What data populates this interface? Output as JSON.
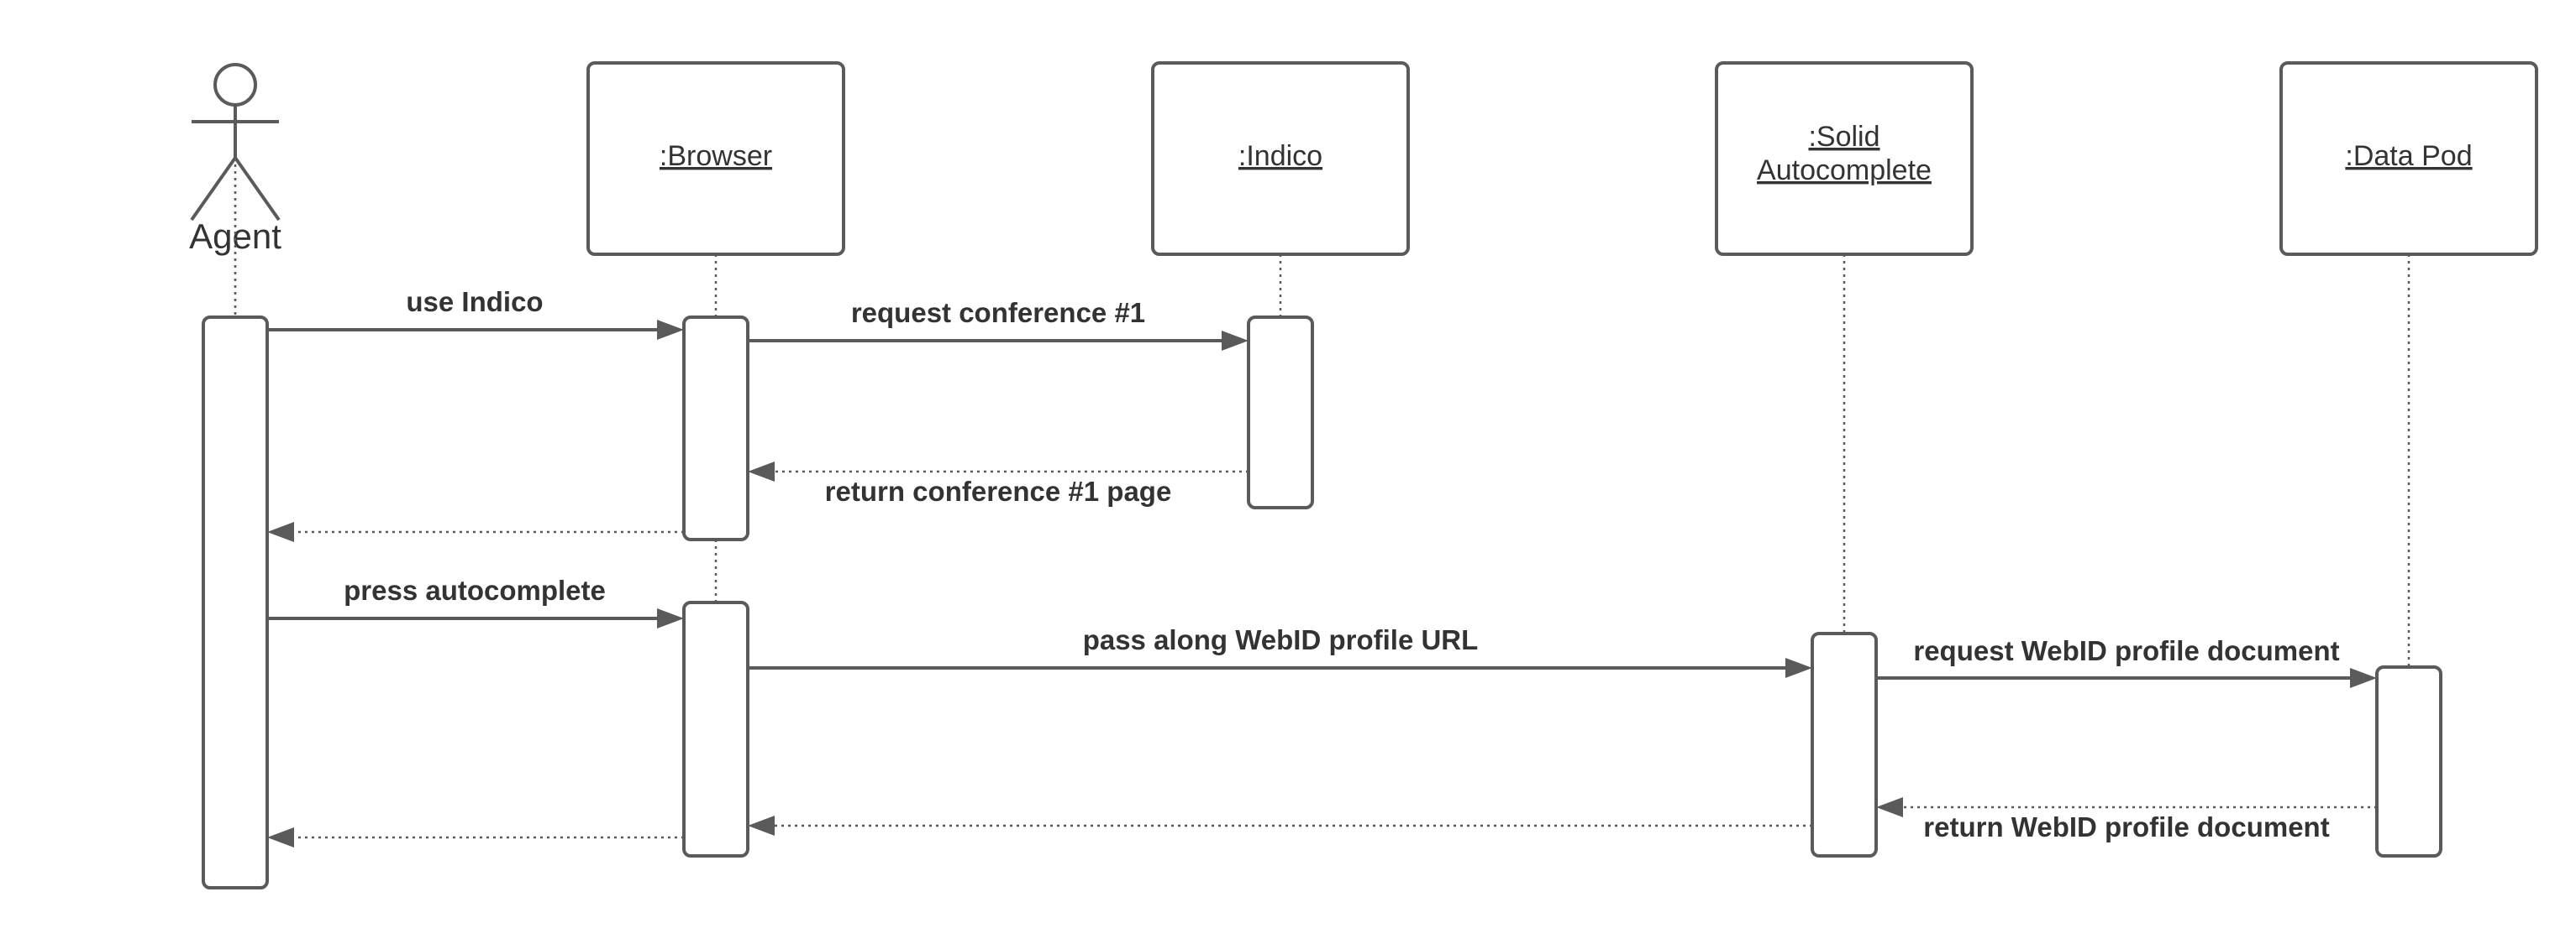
{
  "actor": {
    "name": "Agent"
  },
  "participants": [
    {
      "id": "browser",
      "lines": [
        ":Browser"
      ]
    },
    {
      "id": "indico",
      "lines": [
        ":Indico"
      ]
    },
    {
      "id": "solid",
      "lines": [
        ":Solid",
        "Autocomplete"
      ]
    },
    {
      "id": "pod",
      "lines": [
        ":Data Pod"
      ]
    }
  ],
  "messages": [
    {
      "id": "use-indico",
      "from": "agent",
      "to": "browser",
      "kind": "call",
      "label": "use Indico"
    },
    {
      "id": "request-conference",
      "from": "browser",
      "to": "indico",
      "kind": "call",
      "label": "request conference #1"
    },
    {
      "id": "return-conference-page",
      "from": "indico",
      "to": "browser",
      "kind": "return",
      "label": "return conference #1 page"
    },
    {
      "id": "return-to-agent-1",
      "from": "browser",
      "to": "agent",
      "kind": "return",
      "label": ""
    },
    {
      "id": "press-autocomplete",
      "from": "agent",
      "to": "browser",
      "kind": "call",
      "label": "press autocomplete"
    },
    {
      "id": "pass-webid-url",
      "from": "browser",
      "to": "solid",
      "kind": "call",
      "label": "pass along WebID profile URL"
    },
    {
      "id": "request-webid-doc",
      "from": "solid",
      "to": "pod",
      "kind": "call",
      "label": "request WebID profile document"
    },
    {
      "id": "return-webid-doc",
      "from": "pod",
      "to": "solid",
      "kind": "return",
      "label": "return WebID profile document"
    },
    {
      "id": "return-to-browser",
      "from": "solid",
      "to": "browser",
      "kind": "return",
      "label": ""
    },
    {
      "id": "return-to-agent-2",
      "from": "browser",
      "to": "agent",
      "kind": "return",
      "label": ""
    }
  ]
}
